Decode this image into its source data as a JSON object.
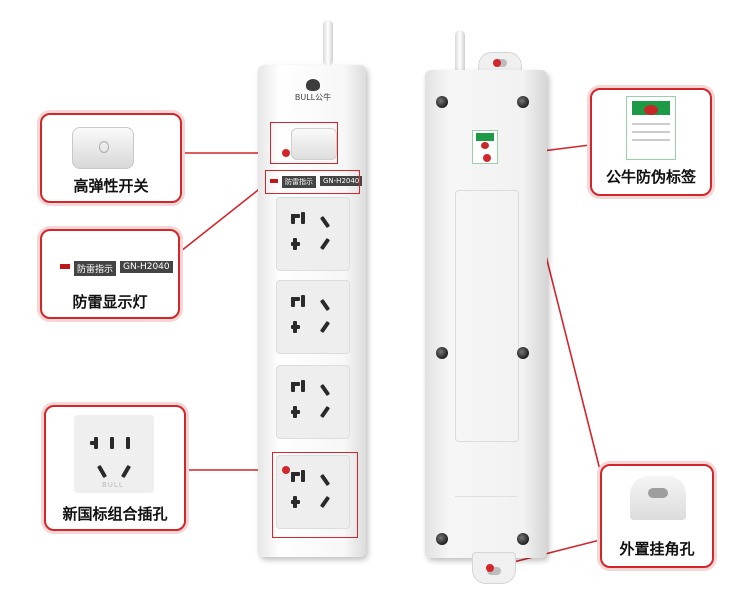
{
  "labels": {
    "switch": "高弹性开关",
    "lightning_lamp": "防雷显示灯",
    "socket": "新国标组合插孔",
    "anti_fake": "公牛防伪标签",
    "hang_hole": "外置挂角孔"
  },
  "strip_text": {
    "brand": "BULL公牛",
    "indicator_tag": "防雷指示",
    "model": "GN-H2040"
  },
  "socket_brand": "BULL",
  "colors": {
    "accent_red": "#d2262b",
    "strip_white": "#f5f5f5",
    "socket_gray": "#eeeeee"
  }
}
